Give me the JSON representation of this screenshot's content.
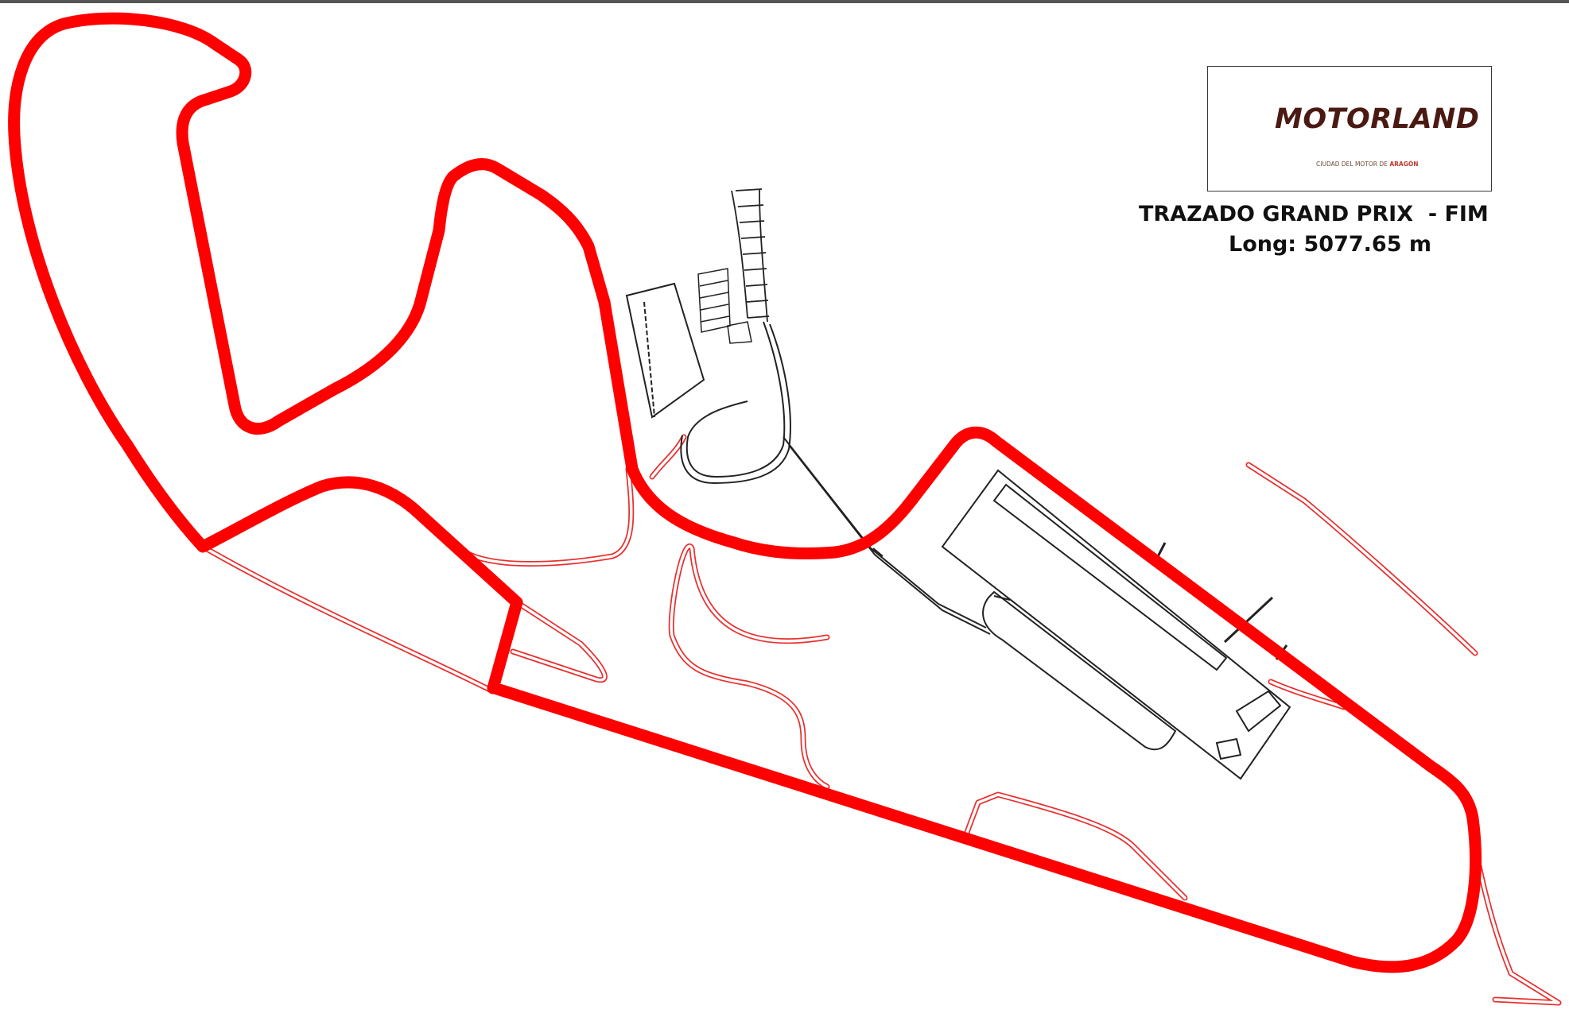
{
  "legend": {
    "logo_text": "MOTORLAND",
    "logo_tagline_prefix": "CIUDAD DEL MOTOR DE",
    "logo_tagline_region": "ARAGÓN",
    "title": "TRAZADO GRAND PRIX  - FIM",
    "length": "Long: 5077.65 m"
  },
  "colors": {
    "track": "#ff0000",
    "secondary_tracks": "#e83030",
    "facilities": "#222222",
    "logo_orange": "#f5a623",
    "logo_red": "#c0392b",
    "logo_brown": "#4a1a12"
  },
  "map_features": [
    "grand-prix-track",
    "secondary-tracks",
    "paddock-buildings",
    "access-roads",
    "pit-lane"
  ]
}
